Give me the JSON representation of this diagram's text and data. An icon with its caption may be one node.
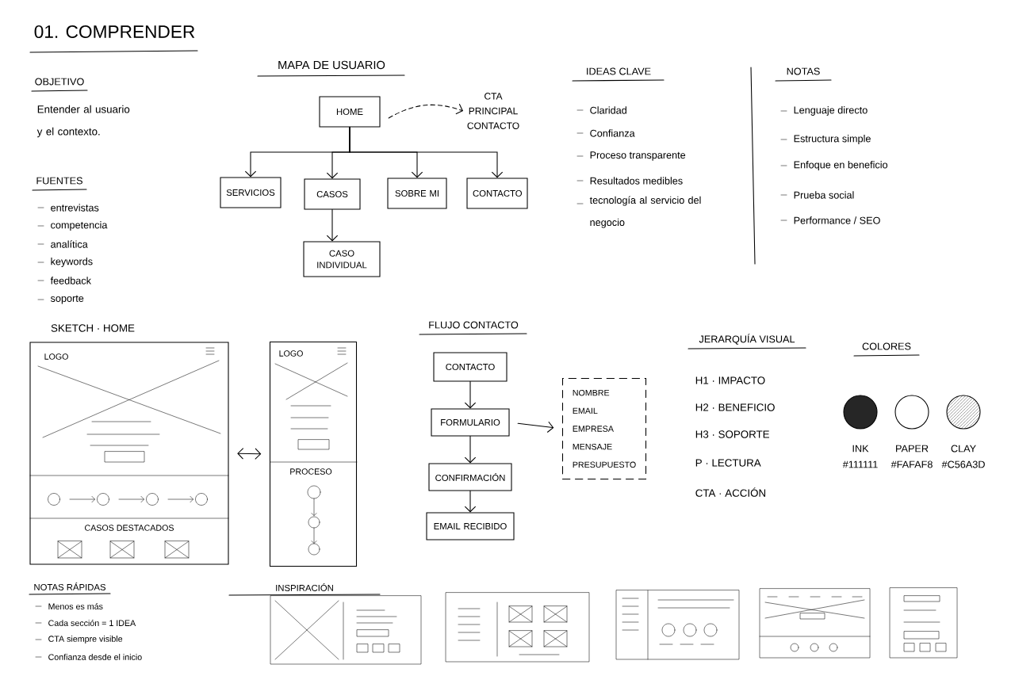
{
  "diagram": {
    "title": "01. COMPRENDER",
    "nodes": [
      {
        "text": [
          "HOME"
        ]
      },
      {
        "text": [
          "SERVICIOS"
        ]
      },
      {
        "text": [
          "CASOS"
        ]
      },
      {
        "text": [
          "SOBRE MI"
        ]
      },
      {
        "text": [
          "CONTACTO"
        ]
      },
      {
        "text": [
          "CASO INDIVIDUAL"
        ]
      },
      {
        "text": [
          "CTA PRINCIPAL CONTACTO"
        ]
      },
      {
        "text": [
          "LOGO",
          "CASOS DESTACADOS"
        ]
      },
      {
        "text": [
          "LOGO",
          "PROCESO"
        ]
      },
      {
        "text": [
          "CONTACTO"
        ]
      },
      {
        "text": [
          "FORMULARIO"
        ]
      },
      {
        "text": [
          "CONFIRMACIÓN"
        ]
      },
      {
        "text": [
          "EMAIL RECIBIDO"
        ]
      },
      {
        "text": [
          "NOMBRE",
          "EMAIL",
          "EMPRESA",
          "MENSAJE",
          "PRESUPUESTO"
        ]
      },
      {
        "text": [],
        "shape": "circle",
        "beside": [
          "INK",
          "#111111"
        ]
      },
      {
        "text": [],
        "shape": "circle",
        "beside": [
          "PAPER",
          "#FAFAF8"
        ]
      },
      {
        "text": [],
        "shape": "circle",
        "beside": [
          "CLAY",
          "#C56A3D"
        ]
      }
    ],
    "edges": [
      {
        "from": 0,
        "to": 1,
        "arrow": "to"
      },
      {
        "from": 0,
        "to": 2,
        "arrow": "to"
      },
      {
        "from": 0,
        "to": 3,
        "arrow": "to"
      },
      {
        "from": 0,
        "to": 4,
        "arrow": "to"
      },
      {
        "from": 2,
        "to": 5,
        "arrow": "to"
      },
      {
        "from": 0,
        "to": 6,
        "arrow": "to",
        "style": "dashed"
      },
      {
        "from": 7,
        "to": 8,
        "arrow": "both"
      },
      {
        "from": 9,
        "to": 10,
        "arrow": "to"
      },
      {
        "from": 10,
        "to": 11,
        "arrow": "to"
      },
      {
        "from": 11,
        "to": 12,
        "arrow": "to"
      },
      {
        "from": 10,
        "to": 13,
        "arrow": "to"
      }
    ],
    "labels": [
      "MAPA DE USUARIO",
      "IDEAS CLAVE",
      "NOTAS",
      "OBJETIVO",
      "Entender al usuario y el contexto.",
      "FUENTES",
      "entrevistas",
      "competencia",
      "analítica",
      "keywords",
      "feedback",
      "soporte",
      "Claridad",
      "Confianza",
      "Proceso transparente",
      "Resultados medibles",
      "tecnología al servicio del negocio",
      "Lenguaje directo",
      "Estructura simple",
      "Enfoque en beneficio",
      "Prueba social",
      "Performance / SEO",
      "SKETCH · HOME",
      "FLUJO CONTACTO",
      "JERARQUÍA VISUAL",
      "COLORES",
      "H1 · IMPACTO",
      "H2 · BENEFICIO",
      "H3 · SOPORTE",
      "P · LECTURA",
      "CTA · ACCIÓN",
      "NOTAS RÁPIDAS",
      "Menos es más",
      "Cada sección = 1 IDEA",
      "CTA siempre visible",
      "Confianza desde el inicio",
      "INSPIRACIÓN"
    ]
  }
}
